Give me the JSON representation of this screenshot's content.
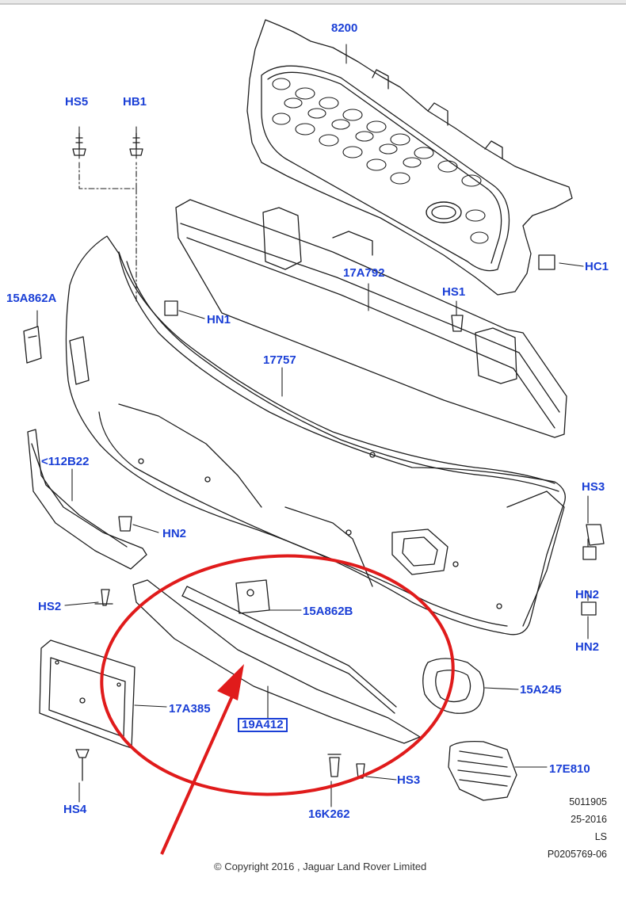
{
  "labels": {
    "l8200": "8200",
    "hs5": "HS5",
    "hb1": "HB1",
    "hc1": "HC1",
    "l15a862a": "15A862A",
    "l17a792": "17A792",
    "hs1": "HS1",
    "hn1": "HN1",
    "l17757": "17757",
    "l112b22": "<112B22",
    "hs3_top": "HS3",
    "hn2_left": "HN2",
    "hn2_right1": "HN2",
    "hn2_right2": "HN2",
    "hs2": "HS2",
    "l15a862b": "15A862B",
    "l17a385": "17A385",
    "l15a245": "15A245",
    "l19a412": "19A412",
    "l17e810": "17E810",
    "hs4": "HS4",
    "hs3_bottom": "HS3",
    "l16k262": "16K262"
  },
  "meta": {
    "line1": "5011905",
    "line2": "25-2016",
    "line3": "LS",
    "line4": "P0205769-06"
  },
  "copyright": "© Copyright 2016 , Jaguar Land Rover Limited",
  "colors": {
    "label": "#1a3fd6",
    "annotation": "#e01b1b",
    "linework": "#1e1e1e"
  }
}
